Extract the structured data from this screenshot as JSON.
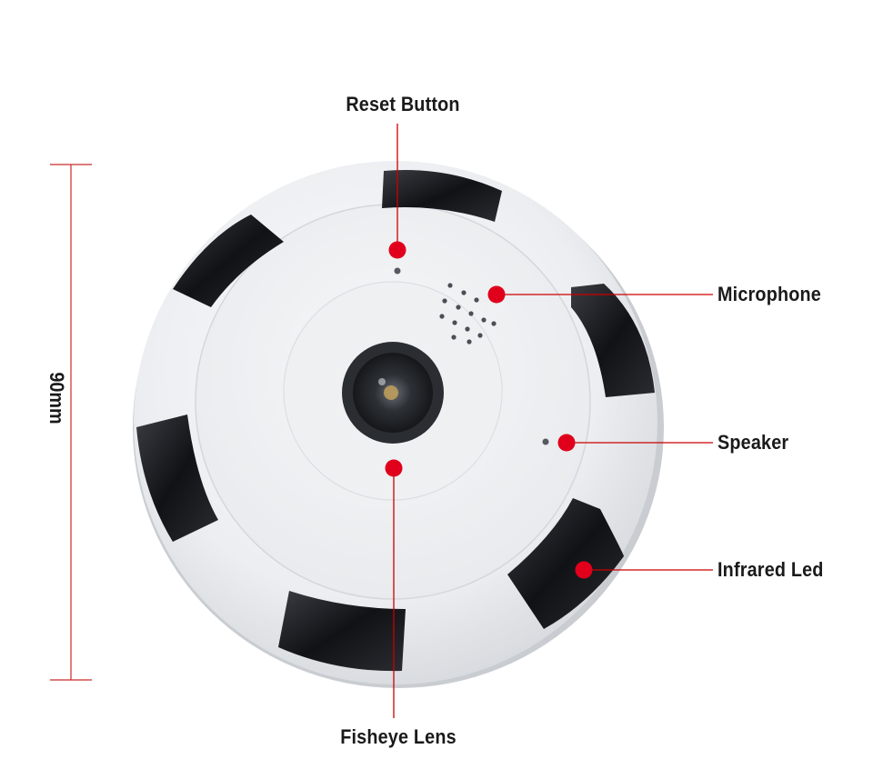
{
  "dimension": {
    "label": "90mm"
  },
  "callouts": {
    "reset_button": "Reset Button",
    "microphone": "Microphone",
    "speaker": "Speaker",
    "infrared_led": "Infrared Led",
    "fisheye_lens": "Fisheye Lens"
  },
  "colors": {
    "marker": "#e0001b",
    "leader_line": "#cc0000",
    "camera_body": "#f2f3f5",
    "ir_window": "#1b1b1f"
  }
}
